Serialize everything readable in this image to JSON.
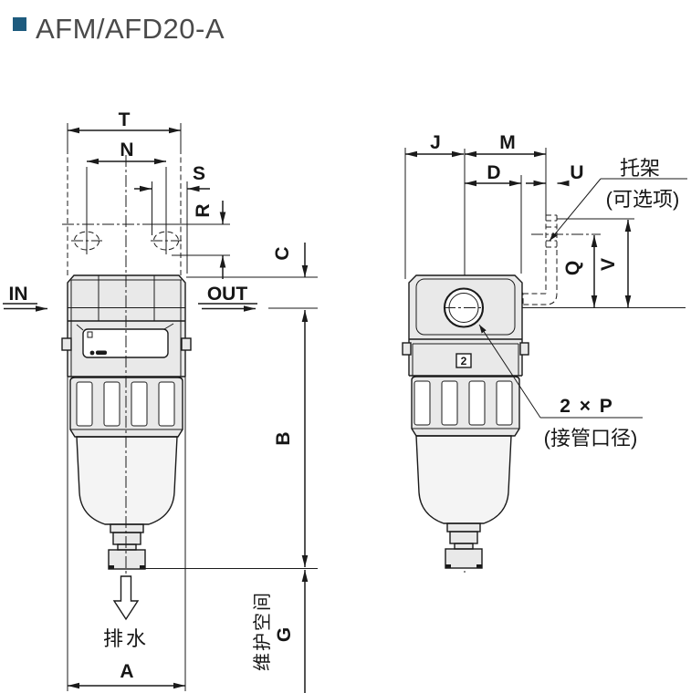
{
  "colors": {
    "accent_bullet": "#1E5B7E",
    "line": "#1a1a1a",
    "body_fill": "#e9e9e9",
    "bowl_fill": "#f4f4f4"
  },
  "title": {
    "text": "AFM/AFD20-A"
  },
  "front_view": {
    "flow_in": "IN",
    "flow_out": "OUT",
    "drain_label": "排水",
    "maintenance_label": "维护空间",
    "dims": {
      "T": "T",
      "N": "N",
      "S": "S",
      "R": "R",
      "C": "C",
      "B": "B",
      "A": "A",
      "G": "G"
    }
  },
  "side_view": {
    "dims": {
      "J": "J",
      "M": "M",
      "D": "D",
      "U": "U",
      "Q": "Q",
      "V": "V"
    },
    "bracket_label": "托架",
    "bracket_note": "(可选项)",
    "port_label": "2 × P",
    "port_note": "(接管口径)",
    "body_marking": "2"
  }
}
